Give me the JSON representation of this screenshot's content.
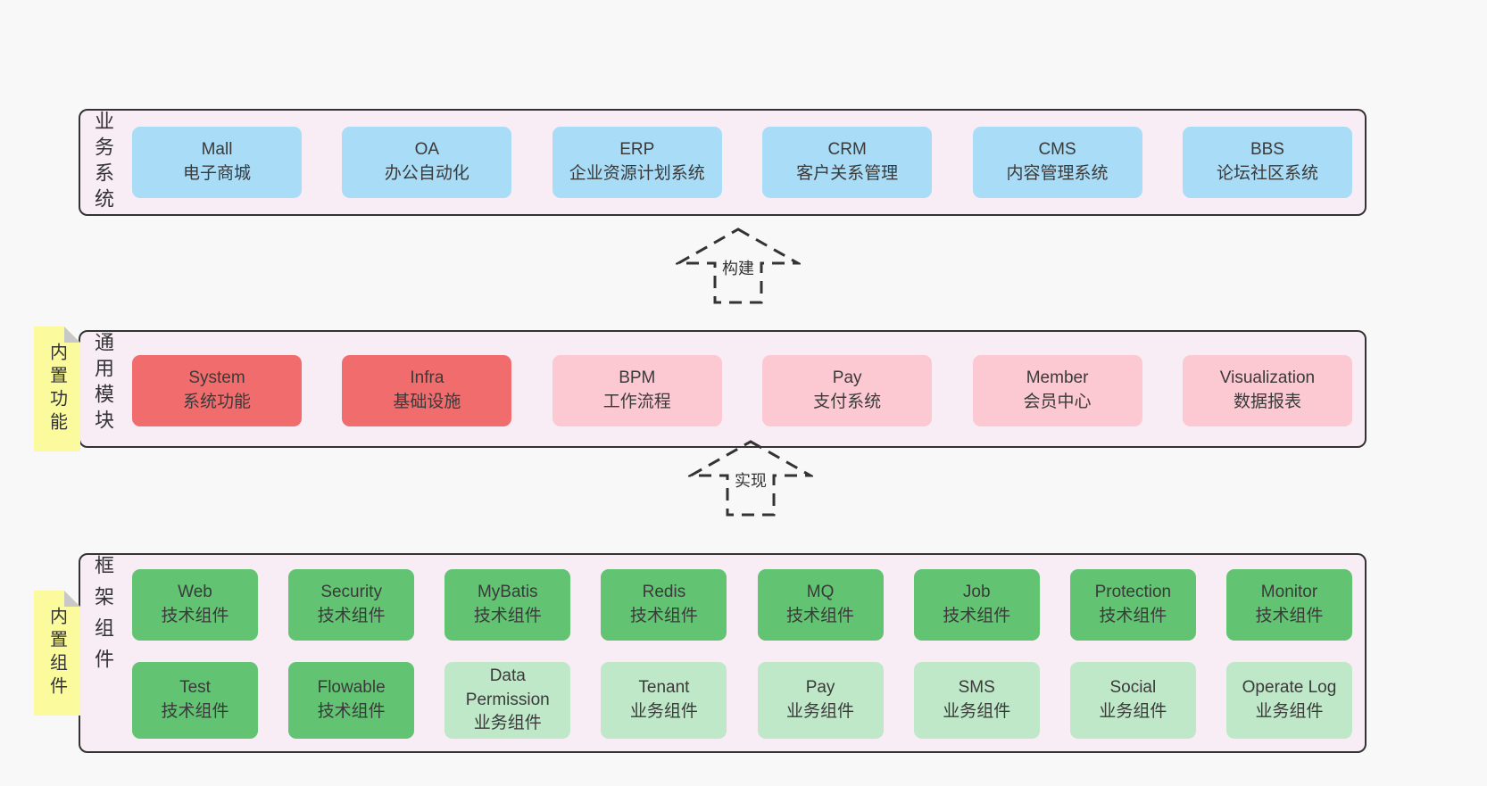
{
  "colors": {
    "page_bg": "#f8f8f8",
    "band_bg": "#f8ecf5",
    "band_border": "#333333",
    "blue_box": "#a9dcf6",
    "red_box": "#f16c6c",
    "pink_box": "#fcc9d3",
    "green_box": "#62c372",
    "green_light_box": "#bfe8c8",
    "note_yellow": "#fbfb9e",
    "note_fold_gray": "#c8c8c8",
    "text": "#3a3a3a"
  },
  "bands": {
    "business": {
      "label": "业务系统",
      "boxes": [
        {
          "name": "Mall",
          "desc": "电子商城"
        },
        {
          "name": "OA",
          "desc": "办公自动化"
        },
        {
          "name": "ERP",
          "desc": "企业资源计划系统"
        },
        {
          "name": "CRM",
          "desc": "客户关系管理"
        },
        {
          "name": "CMS",
          "desc": "内容管理系统"
        },
        {
          "name": "BBS",
          "desc": "论坛社区系统"
        }
      ]
    },
    "modules": {
      "label": "通用模块",
      "note": "内置功能",
      "boxes": [
        {
          "name": "System",
          "desc": "系统功能",
          "variant": "red"
        },
        {
          "name": "Infra",
          "desc": "基础设施",
          "variant": "red"
        },
        {
          "name": "BPM",
          "desc": "工作流程",
          "variant": "pink"
        },
        {
          "name": "Pay",
          "desc": "支付系统",
          "variant": "pink"
        },
        {
          "name": "Member",
          "desc": "会员中心",
          "variant": "pink"
        },
        {
          "name": "Visualization",
          "desc": "数据报表",
          "variant": "pink"
        }
      ]
    },
    "components": {
      "label": "框架组件",
      "note": "内置组件",
      "row1": [
        {
          "name": "Web",
          "desc": "技术组件",
          "variant": "green"
        },
        {
          "name": "Security",
          "desc": "技术组件",
          "variant": "green"
        },
        {
          "name": "MyBatis",
          "desc": "技术组件",
          "variant": "green"
        },
        {
          "name": "Redis",
          "desc": "技术组件",
          "variant": "green"
        },
        {
          "name": "MQ",
          "desc": "技术组件",
          "variant": "green"
        },
        {
          "name": "Job",
          "desc": "技术组件",
          "variant": "green"
        },
        {
          "name": "Protection",
          "desc": "技术组件",
          "variant": "green"
        },
        {
          "name": "Monitor",
          "desc": "技术组件",
          "variant": "green"
        }
      ],
      "row2": [
        {
          "name": "Test",
          "desc": "技术组件",
          "variant": "green"
        },
        {
          "name": "Flowable",
          "desc": "技术组件",
          "variant": "green"
        },
        {
          "name": "Data Permission",
          "desc": "业务组件",
          "variant": "green-light"
        },
        {
          "name": "Tenant",
          "desc": "业务组件",
          "variant": "green-light"
        },
        {
          "name": "Pay",
          "desc": "业务组件",
          "variant": "green-light"
        },
        {
          "name": "SMS",
          "desc": "业务组件",
          "variant": "green-light"
        },
        {
          "name": "Social",
          "desc": "业务组件",
          "variant": "green-light"
        },
        {
          "name": "Operate Log",
          "desc": "业务组件",
          "variant": "green-light"
        }
      ]
    }
  },
  "arrows": {
    "build": "构建",
    "implement": "实现"
  }
}
